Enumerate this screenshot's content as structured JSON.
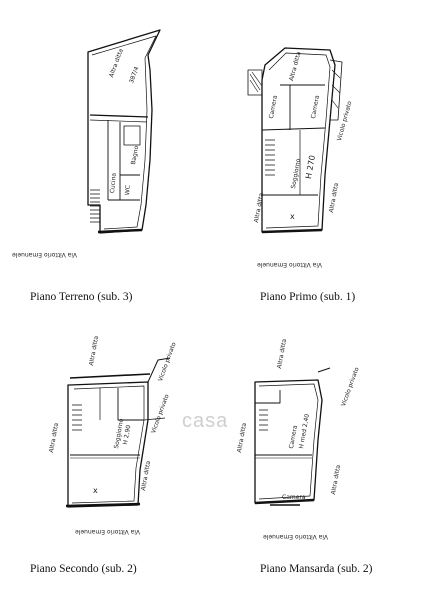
{
  "captions": {
    "terreno": "Piano Terreno (sub. 3)",
    "primo": "Piano Primo (sub. 1)",
    "secondo": "Piano Secondo (sub. 2)",
    "mansarda": "Piano Mansarda (sub. 2)"
  },
  "handwritten": {
    "street": "Via Vittorio Emanuele",
    "altra_ditta": "Altra ditta",
    "altra_ditta_num": "387/4",
    "soggiorno": "Soggiorno",
    "camera": "Camera",
    "bagno": "Bagno",
    "wc": "WC",
    "cucina": "Cucina",
    "vicolo_privato": "Vicolo privato",
    "h_primo": "H 270",
    "h_secondo": "H 2,90",
    "h_mansarda": "H med 2,40",
    "x": "x"
  },
  "watermark": "casa"
}
